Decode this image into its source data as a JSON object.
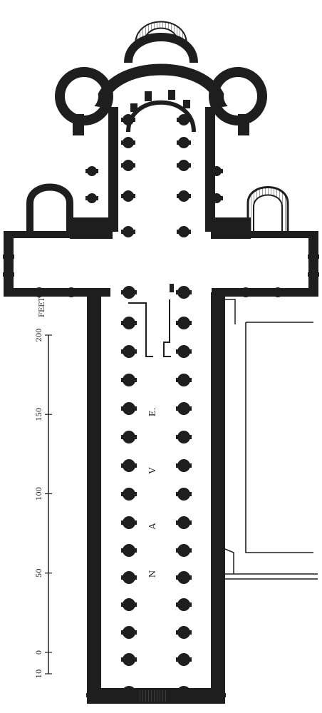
{
  "plan": {
    "nave_letters": [
      "N",
      "A",
      "V",
      "E."
    ],
    "colors": {
      "ink": "#1e1e1e",
      "paper": "#ffffff",
      "hatch": "#777777"
    }
  },
  "scale_bar": {
    "unit_label": "FEET",
    "ticks": [
      {
        "value": 10,
        "label": "10"
      },
      {
        "value": 0,
        "label": "0"
      },
      {
        "value": 50,
        "label": "50"
      },
      {
        "value": 100,
        "label": "100"
      },
      {
        "value": 150,
        "label": "150"
      },
      {
        "value": 200,
        "label": "200"
      }
    ]
  }
}
